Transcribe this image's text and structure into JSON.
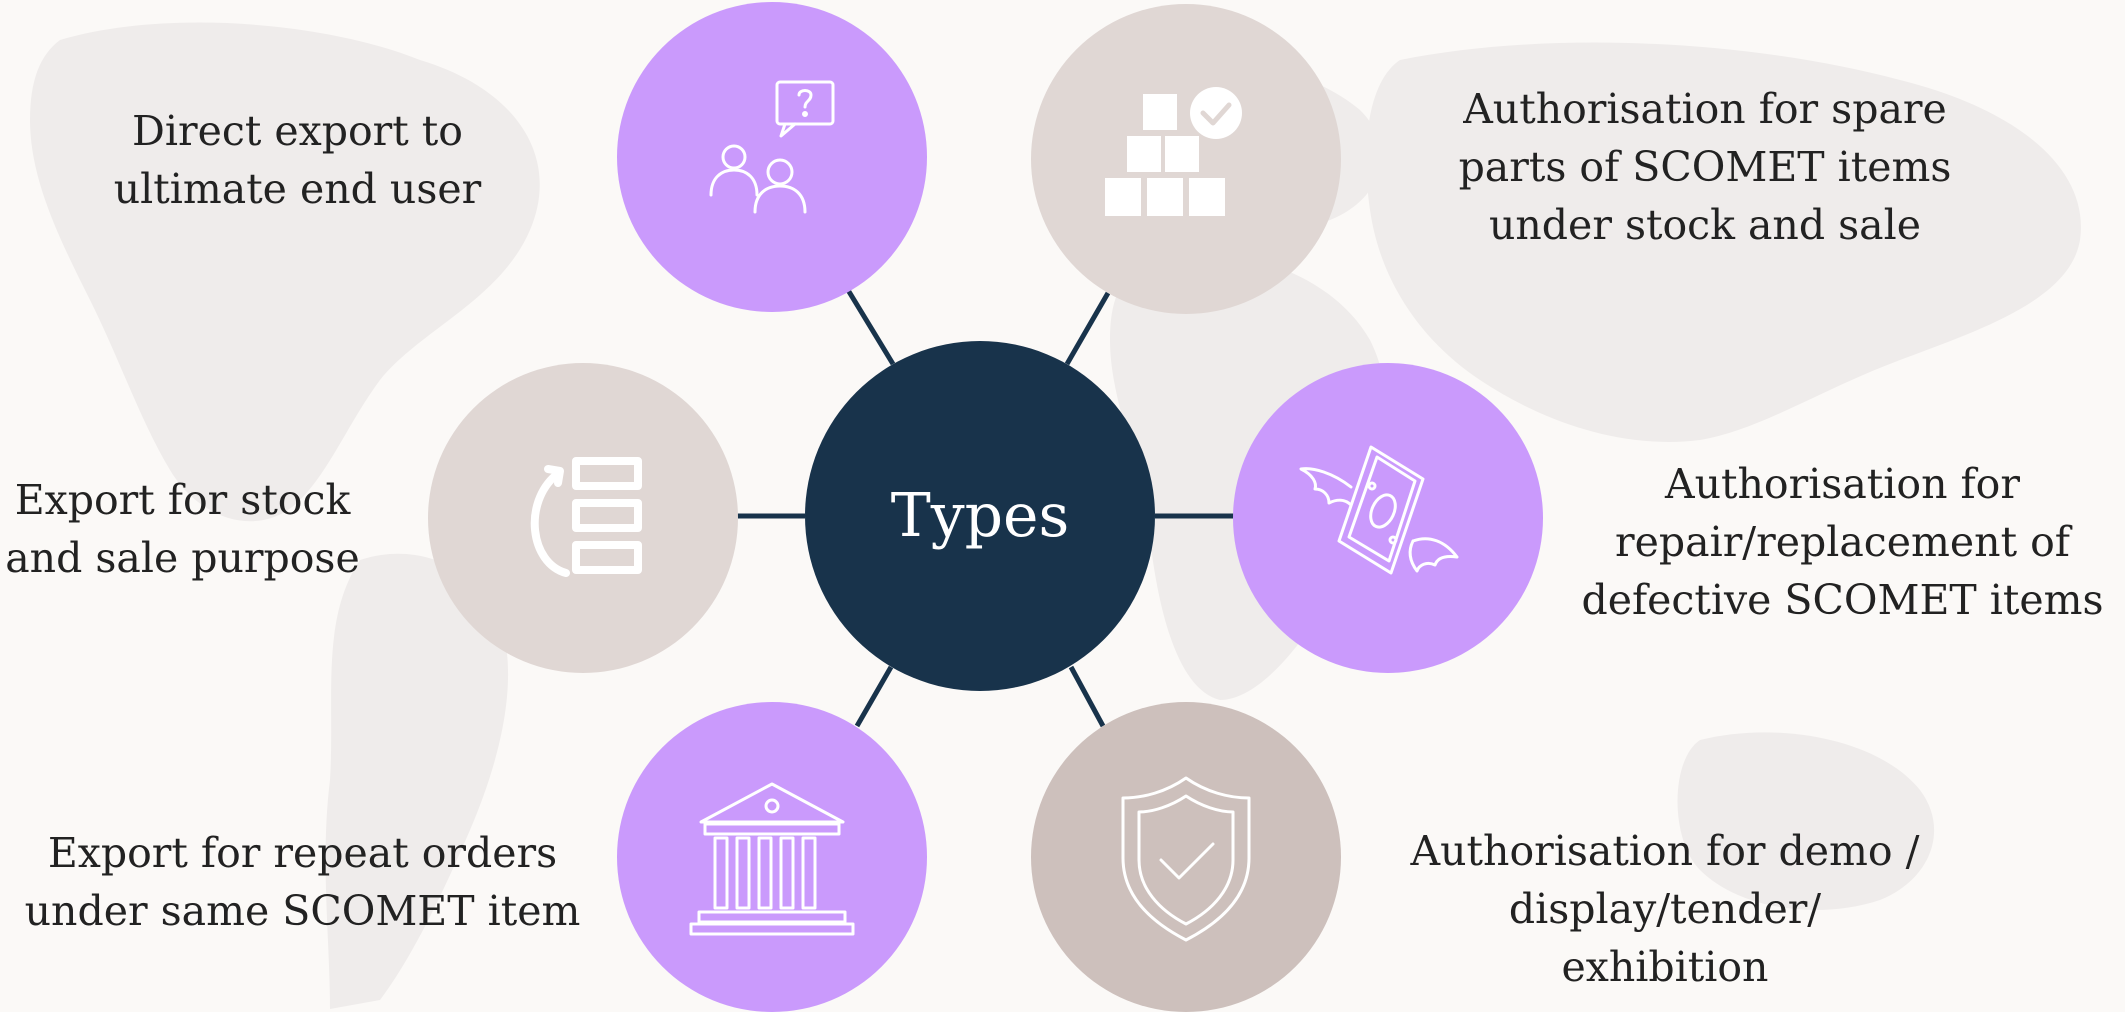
{
  "colors": {
    "background": "#fbf9f7",
    "hub": "#18334b",
    "purple": "#ca9afc",
    "beige": "#e0d7d4",
    "taupe": "#cdc0bc",
    "connector": "#18334b",
    "icon": "#ffffff"
  },
  "hub": {
    "label": "Types"
  },
  "nodes": [
    {
      "id": "top-left",
      "icon": "people-question-icon",
      "color": "purple",
      "label": "Direct export to\nultimate end user"
    },
    {
      "id": "top-right",
      "icon": "boxes-check-icon",
      "color": "beige",
      "label": "Authorisation for spare\nparts of SCOMET items\nunder stock and sale"
    },
    {
      "id": "mid-left",
      "icon": "list-arrow-icon",
      "color": "beige",
      "label": "Export for stock\nand sale purpose"
    },
    {
      "id": "mid-right",
      "icon": "flying-money-icon",
      "color": "purple",
      "label": "Authorisation for\nrepair/replacement of\ndefective SCOMET items"
    },
    {
      "id": "bottom-left",
      "icon": "bank-icon",
      "color": "purple",
      "label": "Export for repeat orders\nunder same SCOMET item"
    },
    {
      "id": "bottom-right",
      "icon": "shield-check-icon",
      "color": "taupe",
      "label": "Authorisation for demo /\ndisplay/tender/\nexhibition"
    }
  ]
}
